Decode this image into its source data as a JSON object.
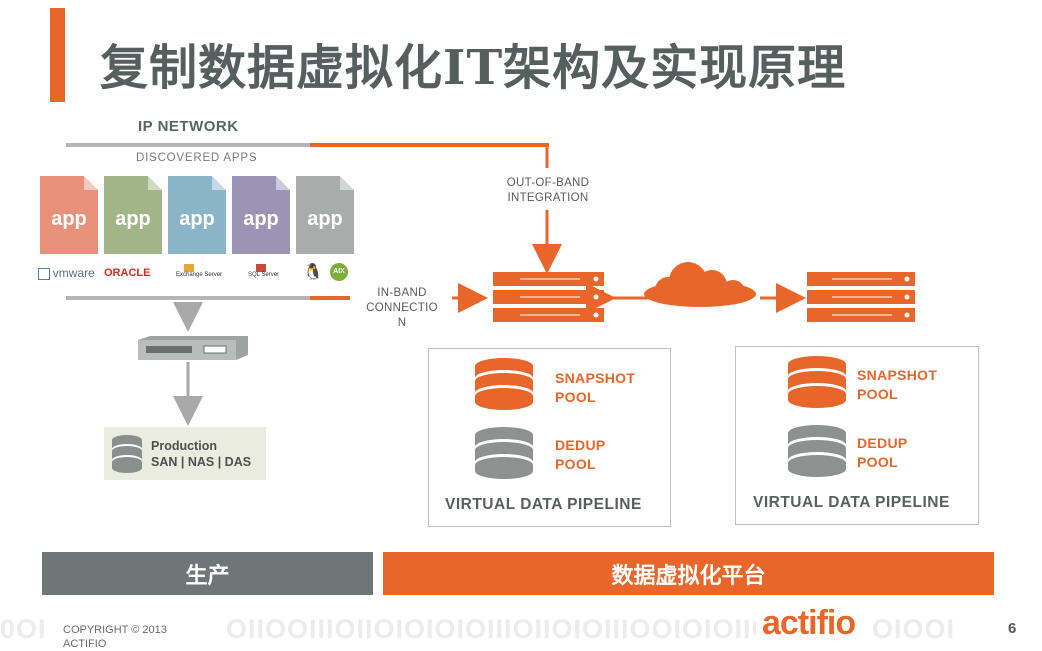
{
  "title": "复制数据虚拟化IT架构及实现原理",
  "ip_network": "IP NETWORK",
  "discovered_apps": "DISCOVERED APPS",
  "app_label": "app",
  "app_tile_colors": [
    "#e8917a",
    "#a2b589",
    "#8ab4c8",
    "#9b94b4",
    "#a9acab"
  ],
  "vendors": {
    "vmware": "vmware",
    "oracle": "ORACLE",
    "exchange": "Exchange Server",
    "sql": "SQL Server",
    "aix": "AIX"
  },
  "out_of_band": [
    "OUT-OF-BAND",
    "INTEGRATION"
  ],
  "in_band": [
    "IN-BAND",
    "CONNECTIO",
    "N"
  ],
  "production": {
    "line1": "Production",
    "line2": "SAN | NAS | DAS"
  },
  "pipelines": [
    {
      "snapshot": [
        "SNAPSHOT",
        "POOL"
      ],
      "dedup": [
        "DEDUP",
        "POOL"
      ],
      "label": "VIRTUAL DATA PIPELINE"
    },
    {
      "snapshot": [
        "SNAPSHOT",
        "POOL"
      ],
      "dedup": [
        "DEDUP",
        "POOL"
      ],
      "label": "VIRTUAL DATA PIPELINE"
    }
  ],
  "bands": {
    "production": "生产",
    "platform": "数据虚拟化平台"
  },
  "footer": {
    "copyright_line1": "COPYRIGHT © 2013",
    "copyright_line2": "ACTIFIO",
    "logo": "actifio",
    "page_number": "6",
    "binary_left": "0OI",
    "binary_right": "OIIOOIIIOIIOIOIOIOIIIOIIOIOIIIOOIOIOIIOO",
    "binary_far": "OIOOI"
  },
  "colors": {
    "accent": "#e8662a",
    "dark": "#5a6563",
    "gray_band": "#6e7775"
  }
}
